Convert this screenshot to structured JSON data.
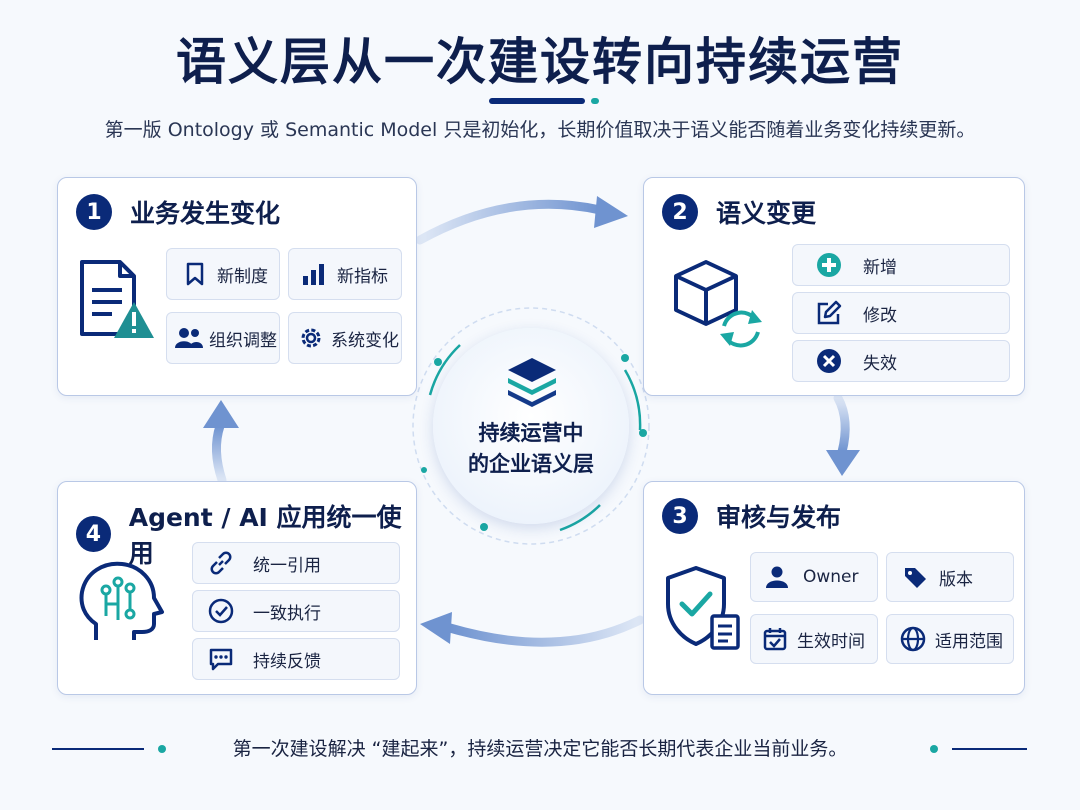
{
  "title": "语义层从一次建设转向持续运营",
  "subtitle": "第一版 Ontology 或 Semantic Model 只是初始化，长期价值取决于语义能否随着业务变化持续更新。",
  "center": {
    "line1": "持续运营中",
    "line2": "的企业语义层"
  },
  "cards": [
    {
      "number": "1",
      "title": "业务发生变化",
      "big_icon": "document-warning-icon",
      "items": [
        {
          "label": "新制度",
          "icon": "bookmark-icon"
        },
        {
          "label": "新指标",
          "icon": "bar-chart-icon"
        },
        {
          "label": "组织调整",
          "icon": "people-icon"
        },
        {
          "label": "系统变化",
          "icon": "gear-icon"
        }
      ]
    },
    {
      "number": "2",
      "title": "语义变更",
      "big_icon": "cube-refresh-icon",
      "items": [
        {
          "label": "新增",
          "icon": "plus-circle-icon"
        },
        {
          "label": "修改",
          "icon": "edit-icon"
        },
        {
          "label": "失效",
          "icon": "x-circle-icon"
        }
      ]
    },
    {
      "number": "3",
      "title": "审核与发布",
      "big_icon": "shield-check-icon",
      "items": [
        {
          "label": "Owner",
          "icon": "user-icon"
        },
        {
          "label": "版本",
          "icon": "tag-icon"
        },
        {
          "label": "生效时间",
          "icon": "calendar-check-icon"
        },
        {
          "label": "适用范围",
          "icon": "globe-icon"
        }
      ]
    },
    {
      "number": "4",
      "title": "Agent / AI 应用统一使用",
      "big_icon": "ai-head-icon",
      "items": [
        {
          "label": "统一引用",
          "icon": "link-icon"
        },
        {
          "label": "一致执行",
          "icon": "check-circle-icon"
        },
        {
          "label": "持续反馈",
          "icon": "chat-icon"
        }
      ]
    }
  ],
  "footer": "第一次建设解决 “建起来”，持续运营决定它能否长期代表企业当前业务。",
  "colors": {
    "navy": "#0a2a78",
    "teal": "#1aa7a3",
    "arrow": "#7e9fd6",
    "border": "#b9c8e6",
    "warning": "#1f8f93"
  }
}
